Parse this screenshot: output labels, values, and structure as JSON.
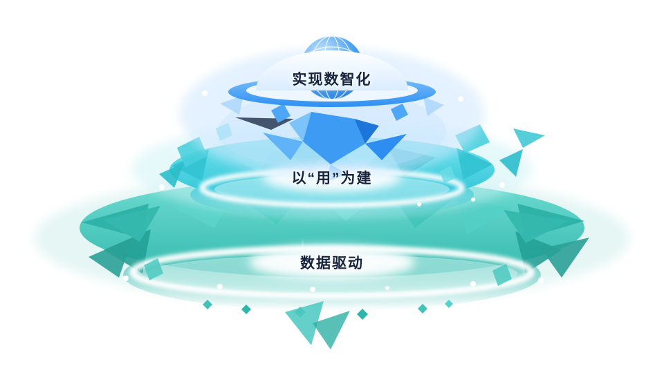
{
  "diagram": {
    "type": "layered-platform-diagram",
    "background": "#ffffff",
    "text_color": "#15233f",
    "tiers": [
      {
        "id": "top",
        "label": "实现数智化",
        "color": "#2e8ff2",
        "light": "#7cc3fa"
      },
      {
        "id": "middle",
        "label": "以“用”为建",
        "color": "#2bc3d6",
        "light": "#72e2ec"
      },
      {
        "id": "bottom",
        "label": "数据驱动",
        "color": "#35b9ae",
        "light": "#6fdcd2"
      }
    ],
    "icons": {
      "globe": "globe-icon"
    }
  }
}
